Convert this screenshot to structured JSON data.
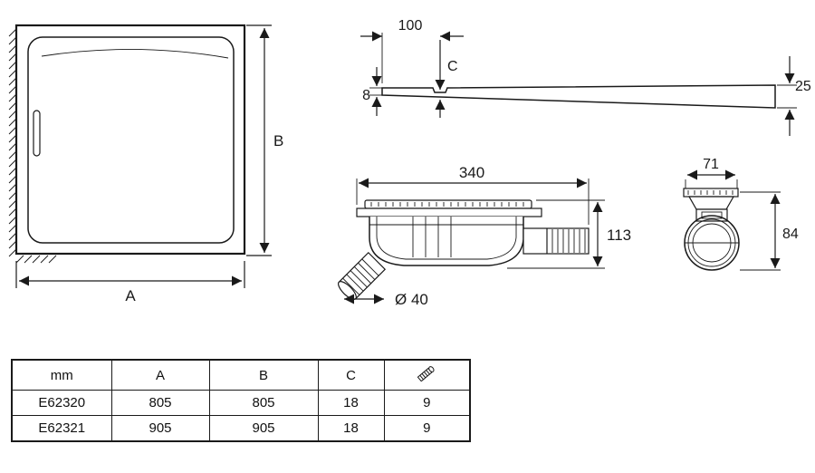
{
  "diagram": {
    "top_view": {
      "width_label": "A",
      "height_label": "B"
    },
    "profile_view": {
      "edge_offset": "100",
      "depth": "C",
      "left_thickness": "8",
      "right_thickness": "25"
    },
    "drain_side_view": {
      "width": "340",
      "height": "113",
      "outlet_diameter": "Ø 40"
    },
    "drain_front_view": {
      "width": "71",
      "height": "84"
    }
  },
  "table": {
    "headers": {
      "unit": "mm",
      "a": "A",
      "b": "B",
      "c": "C"
    },
    "rows": [
      {
        "model": "E62320",
        "a": "805",
        "b": "805",
        "c": "18",
        "drain": "9"
      },
      {
        "model": "E62321",
        "a": "905",
        "b": "905",
        "c": "18",
        "drain": "9"
      }
    ]
  }
}
